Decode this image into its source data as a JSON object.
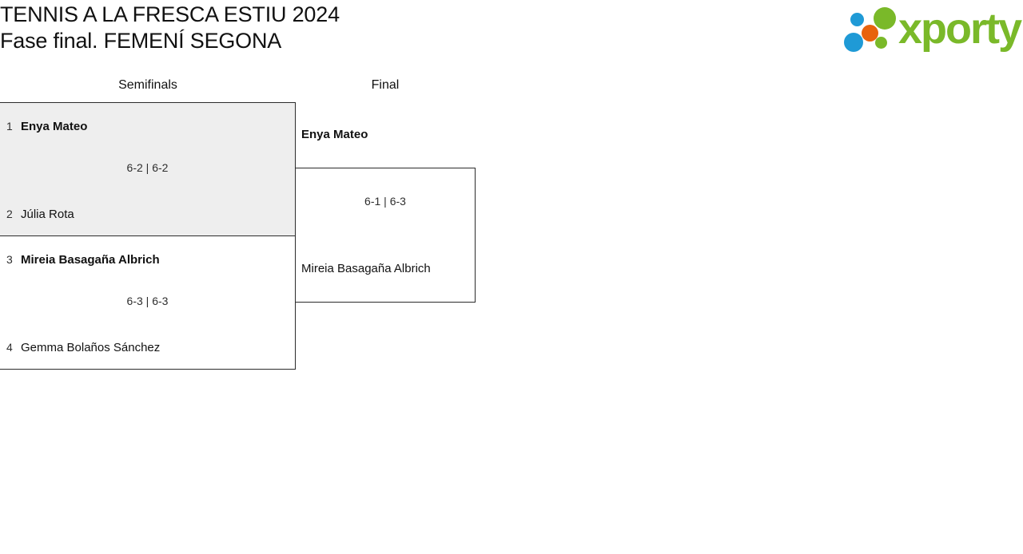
{
  "header": {
    "title_line1": "TENNIS A LA FRESCA ESTIU 2024",
    "title_line2": "Fase final. FEMENÍ SEGONA",
    "logo_word": "xporty",
    "logo_colors": {
      "green": "#7ab929",
      "blue": "#1f9ad6",
      "orange": "#e8620c"
    }
  },
  "bracket": {
    "rounds": [
      {
        "id": "semifinals",
        "label": "Semifinals"
      },
      {
        "id": "final",
        "label": "Final"
      }
    ],
    "semifinals": [
      {
        "highlighted": true,
        "top": {
          "seed": "1",
          "name": "Enya Mateo",
          "winner": true
        },
        "bottom": {
          "seed": "2",
          "name": "Júlia Rota",
          "winner": false
        },
        "score": "6-2 | 6-2"
      },
      {
        "highlighted": false,
        "top": {
          "seed": "3",
          "name": "Mireia Basagaña Albrich",
          "winner": true
        },
        "bottom": {
          "seed": "4",
          "name": "Gemma Bolaños Sánchez",
          "winner": false
        },
        "score": "6-3 | 6-3"
      }
    ],
    "final": {
      "top": {
        "name": "Enya Mateo",
        "winner": true
      },
      "bottom": {
        "name": "Mireia Basagaña Albrich",
        "winner": false
      },
      "score": "6-1 | 6-3"
    }
  }
}
